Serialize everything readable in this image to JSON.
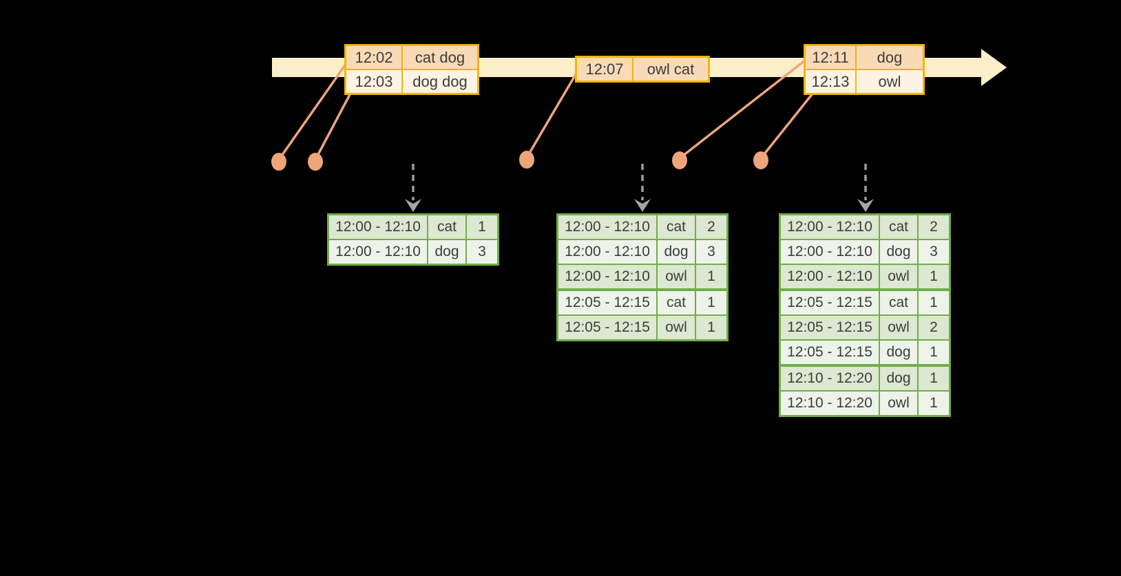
{
  "canvas": {
    "background": "#000000"
  },
  "colors": {
    "timeline_band": "#FBEFCA",
    "event_table_border": "#F2B600",
    "event_row_dark_fill": "#F8DAB6",
    "event_row_light_fill": "#FDF3E4",
    "result_table_border": "#70AD47",
    "result_row_dark_fill": "#DCE8D2",
    "result_row_light_fill": "#EEF3EA",
    "connector_dot": "#EFA57A",
    "connector_line": "#EFA57A",
    "trigger_arrow_gray": "#9C9C9C",
    "cell_text": "#3C3C3C"
  },
  "icons": {
    "timeline_arrowhead": "right-triangle",
    "trigger_arrow": "dashed-down-arrow",
    "event_dot": "filled-circle"
  },
  "event_tables": [
    {
      "rows": [
        {
          "time": "12:02",
          "words": "cat dog"
        },
        {
          "time": "12:03",
          "words": "dog dog"
        }
      ]
    },
    {
      "rows": [
        {
          "time": "12:07",
          "words": "owl cat"
        }
      ]
    },
    {
      "rows": [
        {
          "time": "12:11",
          "words": "dog"
        },
        {
          "time": "12:13",
          "words": "owl"
        }
      ]
    }
  ],
  "result_tables": [
    {
      "rows": [
        {
          "window": "12:00 - 12:10",
          "word": "cat",
          "count": "1"
        },
        {
          "window": "12:00 - 12:10",
          "word": "dog",
          "count": "3"
        }
      ]
    },
    {
      "rows": [
        {
          "window": "12:00 - 12:10",
          "word": "cat",
          "count": "2"
        },
        {
          "window": "12:00 - 12:10",
          "word": "dog",
          "count": "3"
        },
        {
          "window": "12:00 - 12:10",
          "word": "owl",
          "count": "1"
        },
        {
          "window": "12:05 - 12:15",
          "word": "cat",
          "count": "1"
        },
        {
          "window": "12:05 - 12:15",
          "word": "owl",
          "count": "1"
        }
      ]
    },
    {
      "rows": [
        {
          "window": "12:00 - 12:10",
          "word": "cat",
          "count": "2"
        },
        {
          "window": "12:00 - 12:10",
          "word": "dog",
          "count": "3"
        },
        {
          "window": "12:00 - 12:10",
          "word": "owl",
          "count": "1"
        },
        {
          "window": "12:05 - 12:15",
          "word": "cat",
          "count": "1"
        },
        {
          "window": "12:05 - 12:15",
          "word": "owl",
          "count": "2"
        },
        {
          "window": "12:05 - 12:15",
          "word": "dog",
          "count": "1"
        },
        {
          "window": "12:10 - 12:20",
          "word": "dog",
          "count": "1"
        },
        {
          "window": "12:10 - 12:20",
          "word": "owl",
          "count": "1"
        }
      ]
    }
  ]
}
